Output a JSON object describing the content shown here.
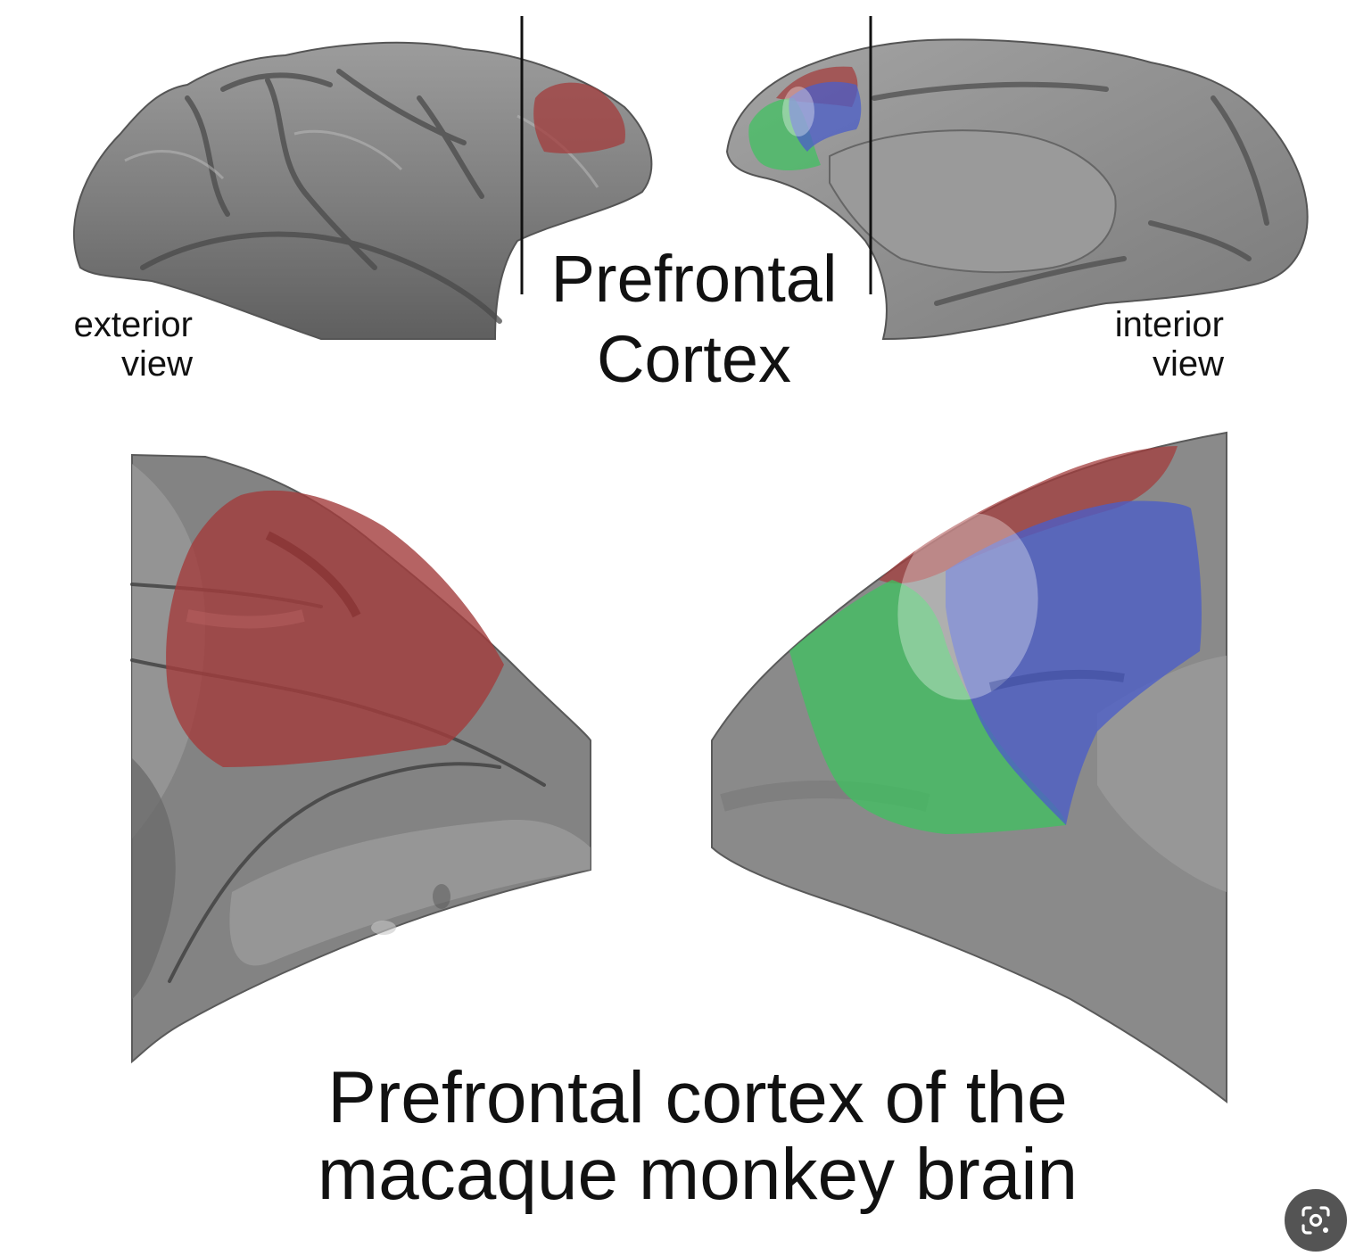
{
  "labels": {
    "exterior_line1": "exterior",
    "exterior_line2": "view",
    "interior_line1": "interior",
    "interior_line2": "view",
    "center_title_line1": "Prefrontal",
    "center_title_line2": "Cortex",
    "caption_line1": "Prefrontal cortex of the",
    "caption_line2": "macaque monkey brain"
  },
  "colors": {
    "brain": "#8f8f8f",
    "region_red": "#a33c3c",
    "region_green": "#3ec25f",
    "region_blue": "#4b5ec8"
  },
  "icons": {
    "lens_button": "visual-search-lens-icon"
  }
}
